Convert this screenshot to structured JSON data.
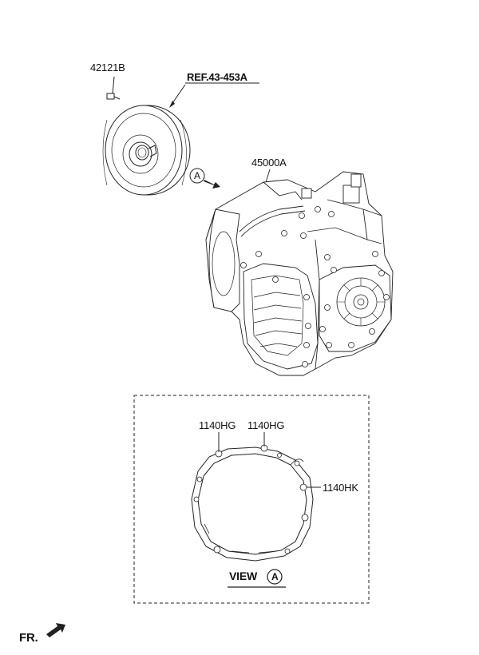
{
  "parts": {
    "bolt": "42121B",
    "reference": "REF.43-453A",
    "assembly": "45000A",
    "bolt_hg_1": "1140HG",
    "bolt_hg_2": "1140HG",
    "bolt_hk": "1140HK"
  },
  "view": {
    "marker": "A",
    "title": "VIEW",
    "title_marker": "A"
  },
  "front": {
    "label": "FR."
  }
}
